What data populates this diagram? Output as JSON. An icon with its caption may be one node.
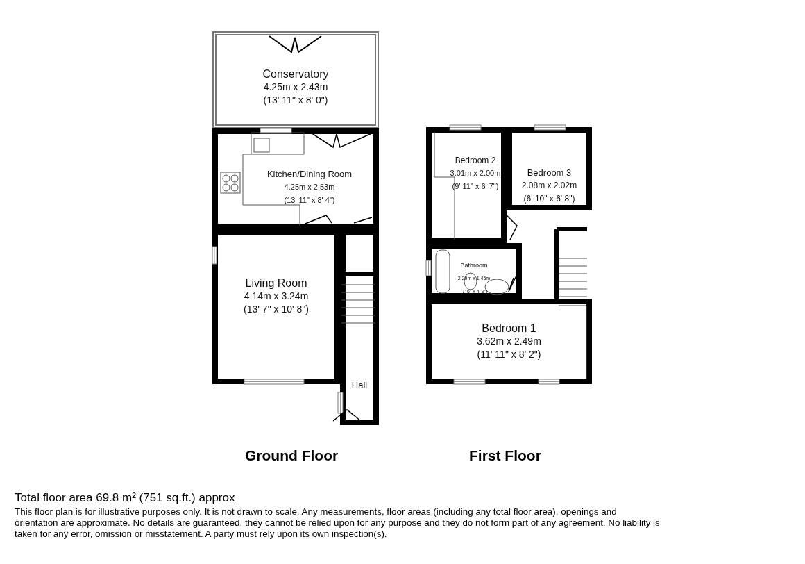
{
  "diagram": {
    "nodes": [
      {
        "text": [
          "Conservatory",
          "4.25m x 2.43m",
          "(13' 11\" x 8' 0\")"
        ]
      },
      {
        "text": [
          "Kitchen/Dining Room",
          "4.25m x 2.53m",
          "(13' 11\" x 8' 4\")"
        ]
      },
      {
        "text": [
          "Living Room",
          "4.14m x 3.24m",
          "(13' 7\" x 10' 8\")"
        ]
      },
      {
        "text": [
          "Hall"
        ]
      },
      {
        "text": [
          "Bedroom 2",
          "3.01m x 2.00m",
          "(9' 11\" x 6' 7\")"
        ]
      },
      {
        "text": [
          "Bedroom 3",
          "2.08m x 2.02m",
          "(6' 10\" x 6' 8\")"
        ]
      },
      {
        "text": [
          "Bathroom",
          "2.29m x 1.45m",
          "(7' 6\" x 4' 9\")"
        ]
      },
      {
        "text": [
          "Bedroom 1",
          "3.62m x 2.49m",
          "(11' 11\" x 8' 2\")"
        ]
      }
    ],
    "edges": [],
    "labels": [
      "Ground Floor",
      "First Floor",
      "Total floor area 69.8 m² (751 sq.ft.) approx",
      "This floor plan is for illustrative purposes only. It is not drawn to scale. Any measurements, floor areas (including any total floor area), openings and orientation are approximate. No details are guaranteed, they cannot be relied upon for any purpose and they do not form part of any agreement. No liability is taken for any error, omission or misstatement. A party must rely upon its own inspection(s)."
    ]
  }
}
